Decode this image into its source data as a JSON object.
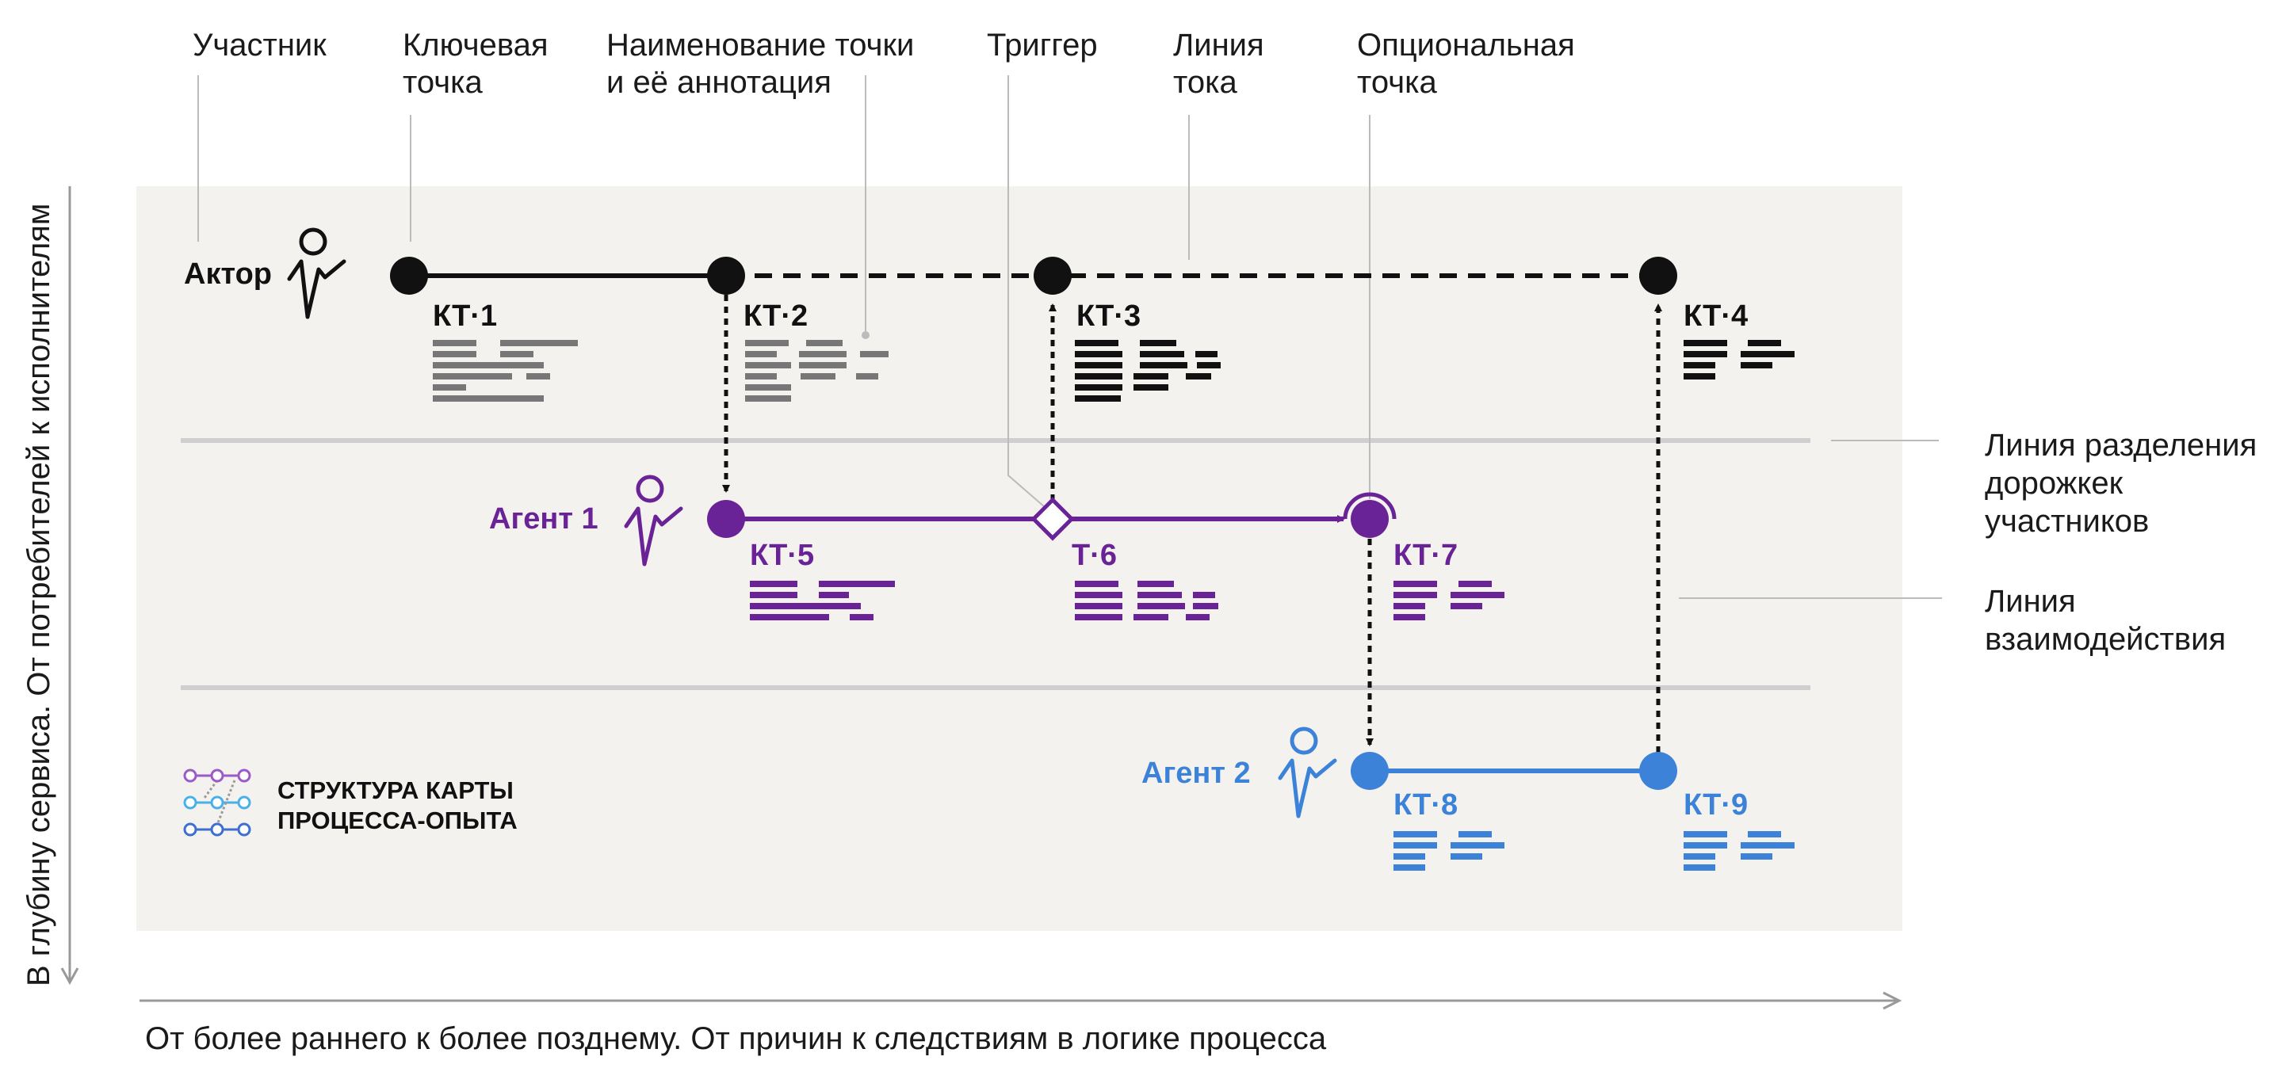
{
  "top_labels": {
    "participant": "Участник",
    "key_point_1": "Ключевая",
    "key_point_2": "точка",
    "point_name_1": "Наименование точки",
    "point_name_2": "и её аннотация",
    "trigger": "Триггер",
    "flow_line_1": "Линия",
    "flow_line_2": "тока",
    "optional_point_1": "Опциональная",
    "optional_point_2": "точка"
  },
  "right_labels": {
    "lane_divider_1": "Линия разделения",
    "lane_divider_2": "дорожкек",
    "lane_divider_3": "участников",
    "interaction_1": "Линия",
    "interaction_2": "взаимодействия"
  },
  "actors": {
    "actor": "Актор",
    "agent1": "Агент 1",
    "agent2": "Агент 2"
  },
  "points": {
    "kt1": "КТ·1",
    "kt2": "КТ·2",
    "kt3": "КТ·3",
    "kt4": "КТ·4",
    "kt5": "КТ·5",
    "t6": "Т·6",
    "kt7": "КТ·7",
    "kt8": "КТ·8",
    "kt9": "КТ·9"
  },
  "legend": {
    "title_1": "СТРУКТУРА КАРТЫ",
    "title_2": "ПРОЦЕССА-ОПЫТА"
  },
  "axes": {
    "vertical": "В глубину сервиса. От потребителей к исполнителям",
    "horizontal": "От более раннего к более позднему. От причин к следствиям в логике процесса"
  },
  "colors": {
    "actor": "#111111",
    "agent1": "#6a2396",
    "agent2": "#3c82d8",
    "annotation_grey": "#777777",
    "panel": "#f3f2ef",
    "divider": "#cfcfcf"
  }
}
